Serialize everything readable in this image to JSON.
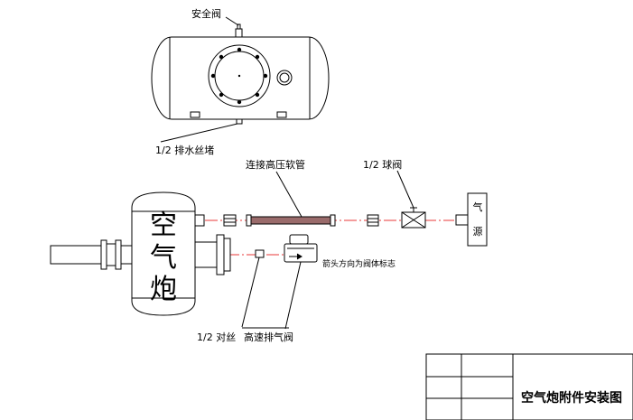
{
  "labels": {
    "safety_valve": "安全阀",
    "drain_plug": "1/2 排水丝堵",
    "hose": "连接高压软管",
    "ball_valve": "1/2 球阀",
    "arrow_note": "箭头方向为阀体标志",
    "half_thread": "1/2 对丝",
    "exhaust_valve": "高速排气阀"
  },
  "air_source": [
    "气",
    "源"
  ],
  "cannon": [
    "空",
    "气",
    "炮"
  ],
  "title_block": {
    "title": "空气炮附件安装图"
  },
  "colors": {
    "line": "#000000",
    "centerline": "#e83a3a",
    "hose_fill": "#9a6b6b"
  }
}
